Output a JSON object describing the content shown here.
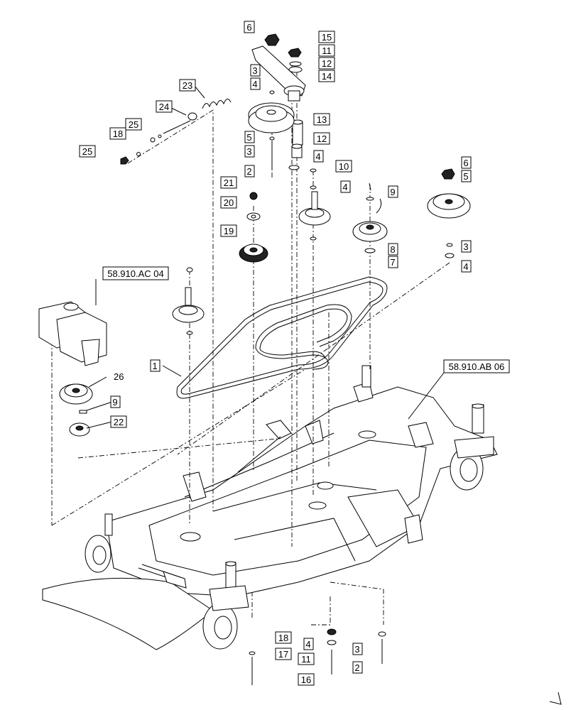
{
  "callouts": [
    "1",
    "2",
    "3",
    "4",
    "5",
    "6",
    "7",
    "8",
    "9",
    "10",
    "11",
    "12",
    "13",
    "14",
    "15",
    "16",
    "17",
    "18",
    "19",
    "20",
    "21",
    "22",
    "23",
    "24",
    "25",
    "26"
  ],
  "plain_labels": {
    "n1": "1",
    "n26": "26"
  },
  "boxed": {
    "b6a": "6",
    "b15": "15",
    "b11a": "11",
    "b12a": "12",
    "b14": "14",
    "b3a": "3",
    "b4a": "4",
    "b23": "23",
    "b24": "24",
    "b25a": "25",
    "b18a": "18",
    "b25b": "25",
    "b5a": "5",
    "b3b": "3",
    "b2a": "2",
    "b13": "13",
    "b12b": "12",
    "b4b": "4",
    "b21": "21",
    "b20": "20",
    "b19": "19",
    "b10": "10",
    "b4c": "4",
    "b9a": "9",
    "b6b": "6",
    "b5b": "5",
    "b8": "8",
    "b7": "7",
    "b3c": "3",
    "b4d": "4",
    "b9b": "9",
    "b22": "22",
    "b18b": "18",
    "b17": "17",
    "b4e": "4",
    "b11b": "11",
    "b16": "16",
    "b3d": "3",
    "b2b": "2"
  },
  "refs": {
    "ref_ac": "58.910.AC 04",
    "ref_ab": "58.910.AB 06"
  }
}
